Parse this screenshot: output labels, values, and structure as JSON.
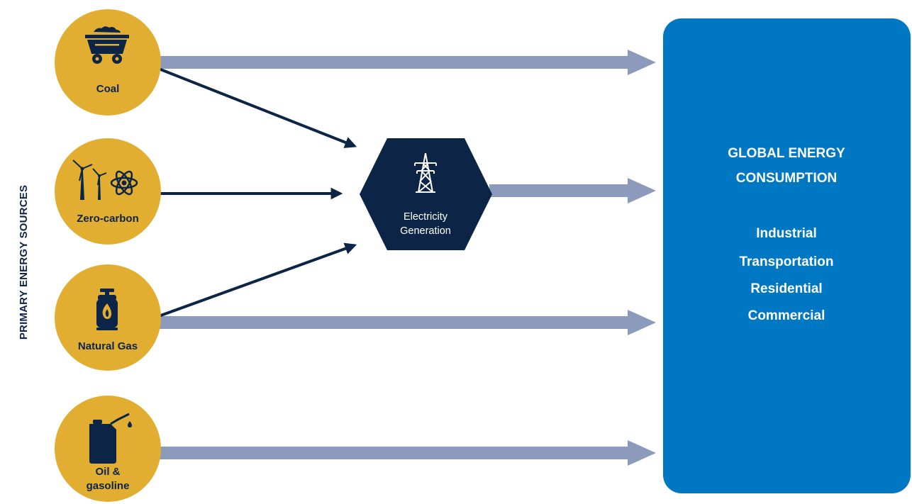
{
  "side_label": "PRIMARY ENERGY SOURCES",
  "sources": [
    {
      "label_lines": [
        "Coal"
      ],
      "icon": "coal-cart-icon"
    },
    {
      "label_lines": [
        "Zero-carbon"
      ],
      "icon": "wind-nuclear-icon"
    },
    {
      "label_lines": [
        "Natural Gas"
      ],
      "icon": "gas-cylinder-icon"
    },
    {
      "label_lines": [
        "Oil &",
        "gasoline"
      ],
      "icon": "fuel-can-icon"
    }
  ],
  "hub": {
    "label_lines": [
      "Electricity",
      "Generation"
    ],
    "icon": "transmission-tower-icon"
  },
  "consumption": {
    "title_lines": [
      "GLOBAL ENERGY",
      "CONSUMPTION"
    ],
    "sectors": [
      "Industrial",
      "Transportation",
      "Residential",
      "Commercial"
    ]
  },
  "colors": {
    "source_circle": "#E2AE32",
    "navy": "#0C2547",
    "flow_arrow": "#8C9BBB",
    "consumption_box": "#0077C3",
    "white": "#FFFFFF"
  }
}
